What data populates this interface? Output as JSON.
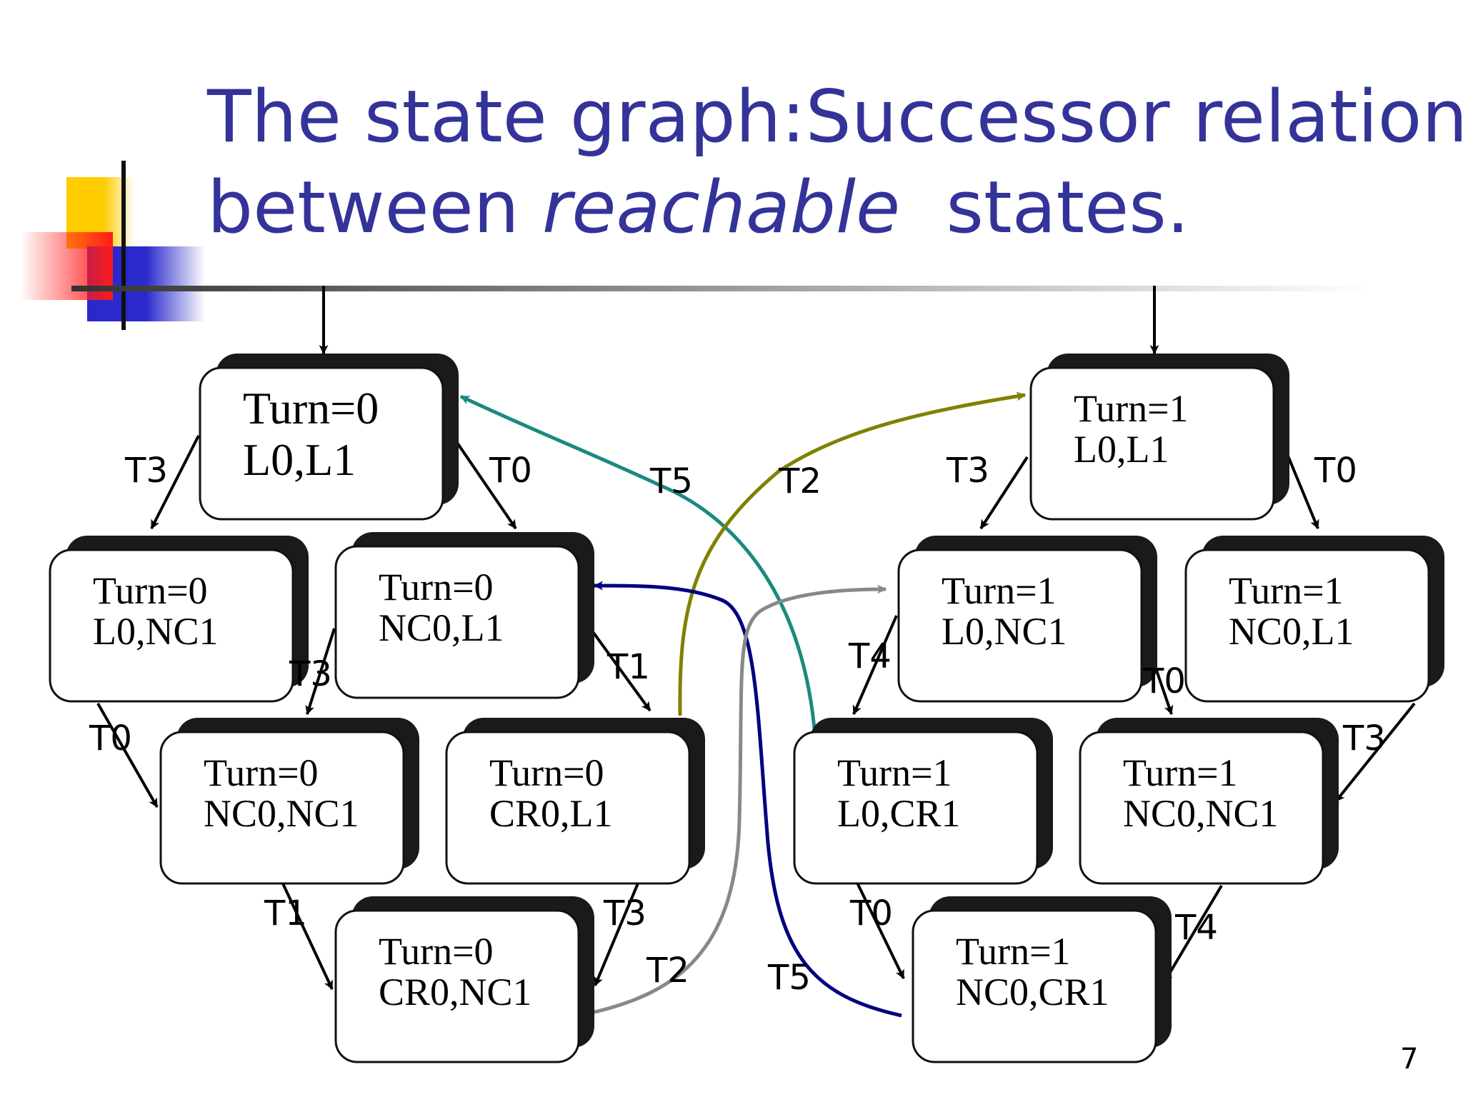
{
  "slide": {
    "title_line1": "The state graph:Successor relation",
    "title_line2_before": "between ",
    "title_line2_italic": "reachable",
    "title_line2_after": "  states.",
    "page_number": "7"
  },
  "colors": {
    "title": "#333399",
    "teal": "#1a8a80",
    "olive": "#808000",
    "navy": "#000080",
    "gray": "#888888",
    "shadow": "#1a1a1a"
  },
  "graph": {
    "nodes": [
      {
        "id": "t0_l0_l1",
        "turn": "Turn=0",
        "state": "L0,L1",
        "big": true
      },
      {
        "id": "t0_l0_nc1",
        "turn": "Turn=0",
        "state": "L0,NC1"
      },
      {
        "id": "t0_nc0_l1",
        "turn": "Turn=0",
        "state": "NC0,L1"
      },
      {
        "id": "t0_nc0_nc1",
        "turn": "Turn=0",
        "state": "NC0,NC1"
      },
      {
        "id": "t0_cr0_l1",
        "turn": "Turn=0",
        "state": "CR0,L1"
      },
      {
        "id": "t0_cr0_nc1",
        "turn": "Turn=0",
        "state": "CR0,NC1"
      },
      {
        "id": "t1_l0_l1",
        "turn": "Turn=1",
        "state": "L0,L1"
      },
      {
        "id": "t1_l0_nc1",
        "turn": "Turn=1",
        "state": "L0,NC1"
      },
      {
        "id": "t1_nc0_l1",
        "turn": "Turn=1",
        "state": "NC0,L1"
      },
      {
        "id": "t1_l0_cr1",
        "turn": "Turn=1",
        "state": "L0,CR1"
      },
      {
        "id": "t1_nc0_nc1",
        "turn": "Turn=1",
        "state": "NC0,NC1"
      },
      {
        "id": "t1_nc0_cr1",
        "turn": "Turn=1",
        "state": "NC0,CR1"
      }
    ],
    "edges": [
      {
        "from": "t0_l0_l1",
        "to": "t0_l0_nc1",
        "label": "T3"
      },
      {
        "from": "t0_l0_l1",
        "to": "t0_nc0_l1",
        "label": "T0"
      },
      {
        "from": "t0_l0_nc1",
        "to": "t0_nc0_nc1",
        "label": "T0"
      },
      {
        "from": "t0_nc0_l1",
        "to": "t0_nc0_nc1",
        "label": "T3"
      },
      {
        "from": "t0_nc0_l1",
        "to": "t0_cr0_l1",
        "label": "T1"
      },
      {
        "from": "t0_nc0_nc1",
        "to": "t0_cr0_nc1",
        "label": "T1"
      },
      {
        "from": "t0_cr0_l1",
        "to": "t0_cr0_nc1",
        "label": "T3"
      },
      {
        "from": "t1_l0_l1",
        "to": "t1_l0_nc1",
        "label": "T3"
      },
      {
        "from": "t1_l0_l1",
        "to": "t1_nc0_l1",
        "label": "T0"
      },
      {
        "from": "t1_l0_nc1",
        "to": "t1_l0_cr1",
        "label": "T4"
      },
      {
        "from": "t1_l0_nc1",
        "to": "t1_nc0_nc1",
        "label": "T0"
      },
      {
        "from": "t1_nc0_l1",
        "to": "t1_nc0_nc1",
        "label": "T3"
      },
      {
        "from": "t1_l0_cr1",
        "to": "t1_nc0_cr1",
        "label": "T0"
      },
      {
        "from": "t1_nc0_nc1",
        "to": "t1_nc0_cr1",
        "label": "T4"
      },
      {
        "from": "t1_l0_cr1",
        "to": "t0_l0_l1",
        "label": "T5",
        "color": "teal"
      },
      {
        "from": "t0_cr0_l1",
        "to": "t1_l0_l1",
        "label": "T2",
        "color": "olive"
      },
      {
        "from": "t1_nc0_cr1",
        "to": "t0_nc0_l1",
        "label": "T5",
        "color": "navy"
      },
      {
        "from": "t0_cr0_nc1",
        "to": "t1_l0_nc1",
        "label": "T2",
        "color": "gray"
      }
    ]
  }
}
